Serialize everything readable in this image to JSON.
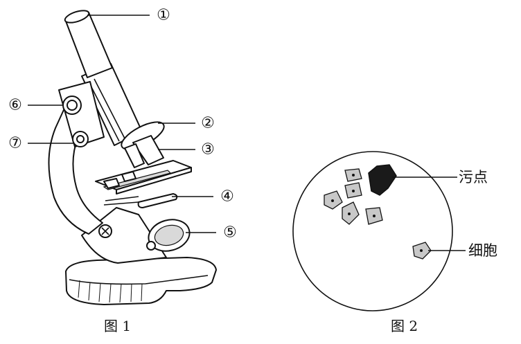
{
  "figure1": {
    "caption": "图 1",
    "labels": [
      "①",
      "②",
      "③",
      "④",
      "⑤",
      "⑥",
      "⑦"
    ]
  },
  "figure2": {
    "caption": "图 2",
    "labels": {
      "stain": "污点",
      "cell": "细胞"
    }
  }
}
